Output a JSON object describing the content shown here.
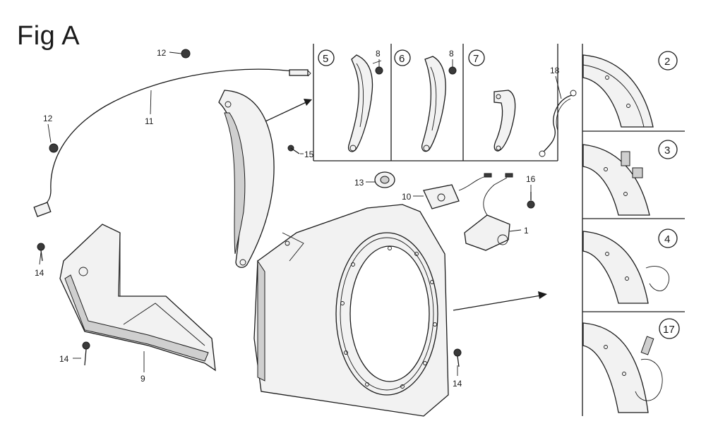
{
  "figure": {
    "title": "Fig A"
  },
  "callouts": {
    "c12a": "12",
    "c11": "11",
    "c12b": "12",
    "c14a": "14",
    "c14b": "14",
    "c9": "9",
    "c15": "15",
    "c13": "13",
    "c10": "10",
    "c16": "16",
    "c1": "1",
    "c14c": "14",
    "c18": "18",
    "c8a": "8",
    "c8b": "8"
  },
  "insets": {
    "i5": "5",
    "i6": "6",
    "i7": "7",
    "i2": "2",
    "i3": "3",
    "i4": "4",
    "i17": "17"
  }
}
